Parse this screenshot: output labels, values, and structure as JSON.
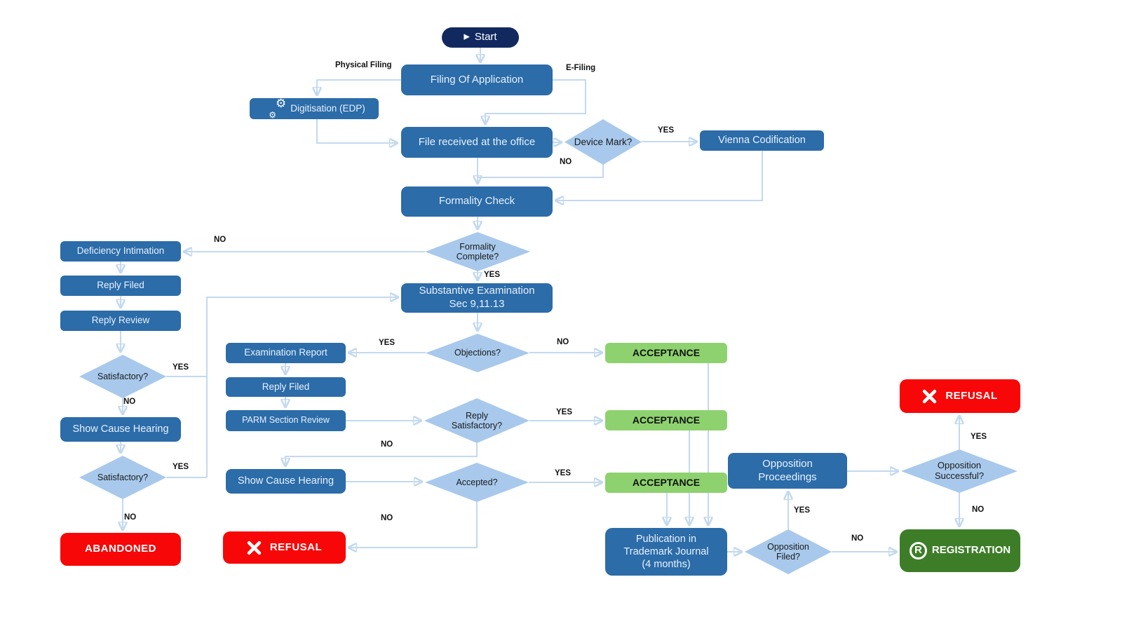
{
  "colors": {
    "process_blue": "#2B6CA9",
    "diamond_blue": "#A8C9EC",
    "connector": "#C3D9EF",
    "arrowhead": "#A5C8EB",
    "accept_green": "#8DD26E",
    "registration_green": "#3D7D27",
    "refusal_red": "#F70707",
    "start_navy": "#122960"
  },
  "icons": {
    "start": "play-icon",
    "digitisation": "gears-icon",
    "refusal": "cross-icon",
    "registration": "registered-icon"
  },
  "glyphs": {
    "play": "▶",
    "gear": "⚙",
    "registered_letter": "R"
  },
  "nodes": {
    "start": {
      "label": "Start"
    },
    "filing": {
      "label": "Filing Of Application"
    },
    "digitisation": {
      "label": "Digitisation (EDP)"
    },
    "file_received": {
      "label": "File received at the office"
    },
    "device_mark": {
      "label": "Device Mark?"
    },
    "vienna": {
      "label": "Vienna Codification"
    },
    "formality_check": {
      "label": "Formality Check"
    },
    "formality_complete": {
      "label": "Formality Complete?"
    },
    "deficiency": {
      "label": "Deficiency Intimation"
    },
    "reply_filed_1": {
      "label": "Reply Filed"
    },
    "reply_review": {
      "label": "Reply Review"
    },
    "satisfactory_1": {
      "label": "Satisfactory?"
    },
    "show_cause_1": {
      "label": "Show Cause Hearing"
    },
    "satisfactory_2": {
      "label": "Satisfactory?"
    },
    "abandoned": {
      "label": "ABANDONED"
    },
    "substantive": {
      "line1": "Substantive Examination",
      "line2": "Sec 9,11.13"
    },
    "objections": {
      "label": "Objections?"
    },
    "examination_report": {
      "label": "Examination Report"
    },
    "reply_filed_2": {
      "label": "Reply Filed"
    },
    "parm": {
      "label": "PARM Section Review"
    },
    "reply_satisfactory": {
      "label": "Reply Satisfactory?"
    },
    "show_cause_2": {
      "label": "Show Cause Hearing"
    },
    "accepted": {
      "label": "Accepted?"
    },
    "refusal_mid": {
      "label": "REFUSAL"
    },
    "acceptance_1": {
      "label": "ACCEPTANCE"
    },
    "acceptance_2": {
      "label": "ACCEPTANCE"
    },
    "acceptance_3": {
      "label": "ACCEPTANCE"
    },
    "publication": {
      "line1": "Publication in",
      "line2": "Trademark Journal",
      "line3": "(4 months)"
    },
    "opposition_filed": {
      "label": "Opposition Filed?"
    },
    "opposition_proceedings": {
      "label": "Opposition Proceedings"
    },
    "opposition_successful": {
      "label": "Opposition Successful?"
    },
    "refusal_right": {
      "label": "REFUSAL"
    },
    "registration": {
      "label": "REGISTRATION"
    }
  },
  "edge_labels": {
    "physical_filing": "Physical Filing",
    "e_filing": "E-Filing",
    "device_yes": "YES",
    "device_no": "NO",
    "formality_no": "NO",
    "formality_yes": "YES",
    "sat1_yes": "YES",
    "sat1_no": "NO",
    "sat2_yes": "YES",
    "sat2_no": "NO",
    "objections_yes": "YES",
    "objections_no": "NO",
    "reply_sat_yes": "YES",
    "reply_sat_no": "NO",
    "accepted_yes": "YES",
    "accepted_no": "NO",
    "opp_filed_yes": "YES",
    "opp_filed_no": "NO",
    "opp_success_yes": "YES",
    "opp_success_no": "NO"
  }
}
